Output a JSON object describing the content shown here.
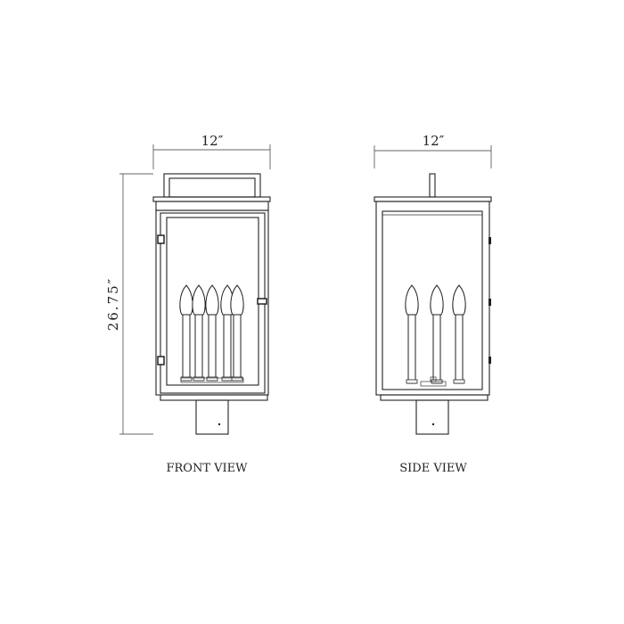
{
  "front_view": {
    "label": "FRONT VIEW",
    "width_dimension": "12″",
    "height_dimension": "26.75″",
    "candle_count": 5
  },
  "side_view": {
    "label": "SIDE VIEW",
    "width_dimension": "12″",
    "candle_count": 3
  }
}
